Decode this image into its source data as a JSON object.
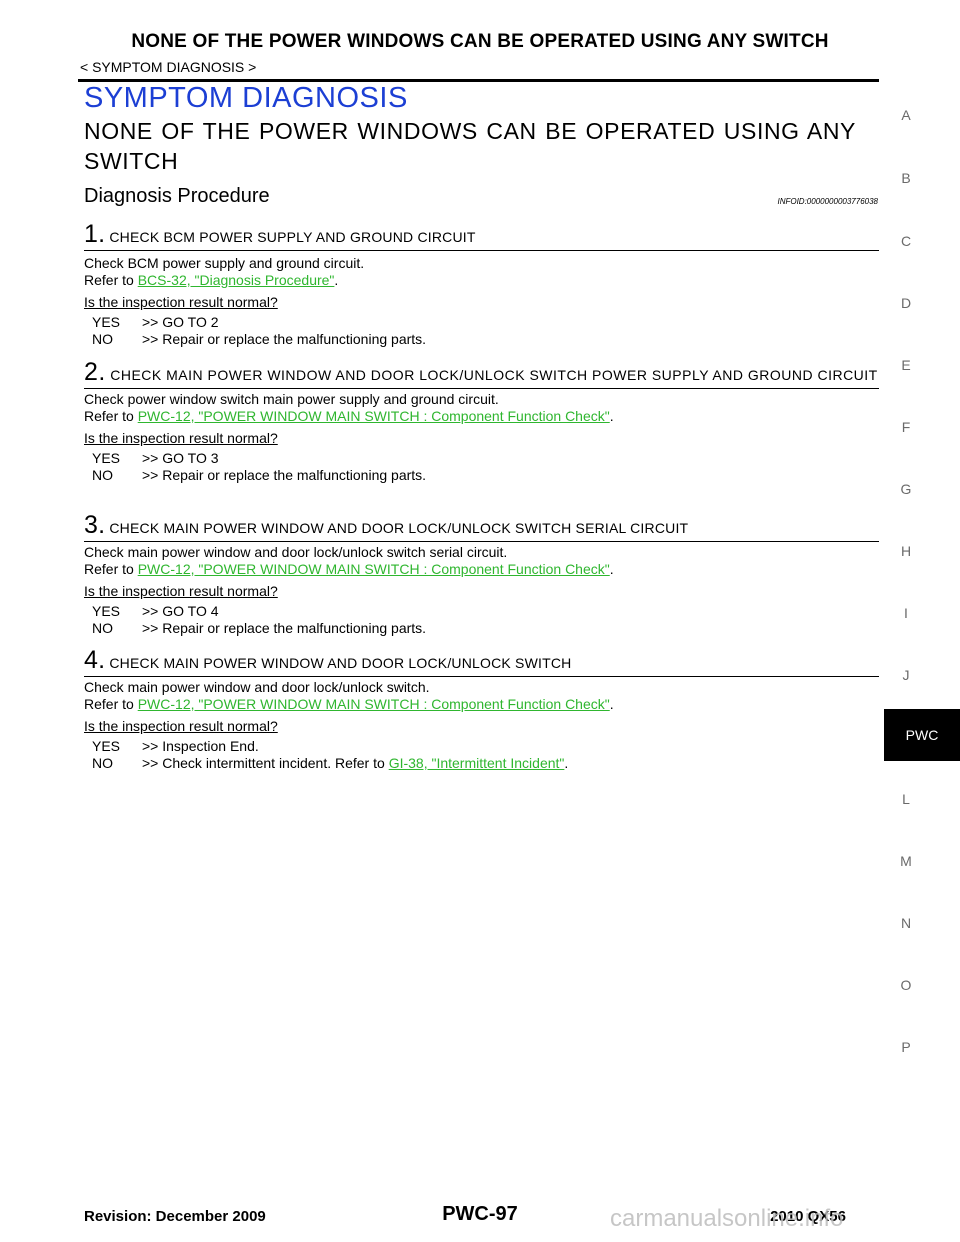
{
  "header": {
    "title": "NONE OF THE POWER WINDOWS CAN BE OPERATED USING ANY SWITCH",
    "breadcrumb": "< SYMPTOM DIAGNOSIS >"
  },
  "section_title": "SYMPTOM DIAGNOSIS",
  "main_title": "NONE OF THE POWER WINDOWS CAN BE OPERATED USING ANY SWITCH",
  "procedure": {
    "title": "Diagnosis Procedure",
    "infoid": "INFOID:0000000003776038"
  },
  "steps": [
    {
      "num": "1.",
      "title": "CHECK BCM POWER SUPPLY AND GROUND CIRCUIT",
      "body": "Check BCM power supply and ground circuit.",
      "refer_prefix": "Refer to ",
      "link": "BCS-32, \"Diagnosis Procedure\"",
      "refer_suffix": ".",
      "question": "Is the inspection result normal?",
      "yes_key": "YES",
      "yes": ">> GO TO 2",
      "no_key": "NO",
      "no": ">> Repair or replace the malfunctioning parts."
    },
    {
      "num": "2.",
      "title": "CHECK MAIN POWER WINDOW AND DOOR LOCK/UNLOCK SWITCH POWER SUPPLY AND GROUND CIRCUIT",
      "body": "Check power window switch main power supply and ground circuit.",
      "refer_prefix": "Refer to ",
      "link": "PWC-12, \"POWER WINDOW MAIN SWITCH : Component Function Check\"",
      "refer_suffix": ".",
      "question": "Is the inspection result normal?",
      "yes_key": "YES",
      "yes": ">> GO TO 3",
      "no_key": "NO",
      "no": ">> Repair or replace the malfunctioning parts."
    },
    {
      "num": "3.",
      "title": "CHECK MAIN POWER WINDOW AND DOOR LOCK/UNLOCK SWITCH SERIAL CIRCUIT",
      "body": "Check main power window and door lock/unlock switch serial circuit.",
      "refer_prefix": "Refer to ",
      "link": "PWC-12, \"POWER WINDOW MAIN SWITCH : Component Function Check\"",
      "refer_suffix": ".",
      "question": "Is the inspection result normal?",
      "yes_key": "YES",
      "yes": ">> GO TO 4",
      "no_key": "NO",
      "no": ">> Repair or replace the malfunctioning parts."
    },
    {
      "num": "4.",
      "title": "CHECK MAIN POWER WINDOW AND DOOR LOCK/UNLOCK SWITCH",
      "body": "Check main power window and door lock/unlock switch.",
      "refer_prefix": "Refer to ",
      "link": "PWC-12, \"POWER WINDOW MAIN SWITCH : Component Function Check\"",
      "refer_suffix": ".",
      "question": "Is the inspection result normal?",
      "yes_key": "YES",
      "yes": ">> Inspection End.",
      "no_key": "NO",
      "no_prefix": ">> Check intermittent incident. Refer to ",
      "no_link": "GI-38, \"Intermittent Incident\"",
      "no_suffix": "."
    }
  ],
  "side_index": [
    "A",
    "B",
    "C",
    "D",
    "E",
    "F",
    "G",
    "H",
    "I",
    "J",
    "L",
    "M",
    "N",
    "O",
    "P"
  ],
  "side_tab": "PWC",
  "footer": {
    "revision": "Revision: December 2009",
    "page": "PWC-97",
    "model": "2010 QX56",
    "watermark": "carmanualsonline.info"
  },
  "colors": {
    "section_title": "#1c3fd4",
    "link": "#2fb62f",
    "tab_bg": "#000000"
  }
}
